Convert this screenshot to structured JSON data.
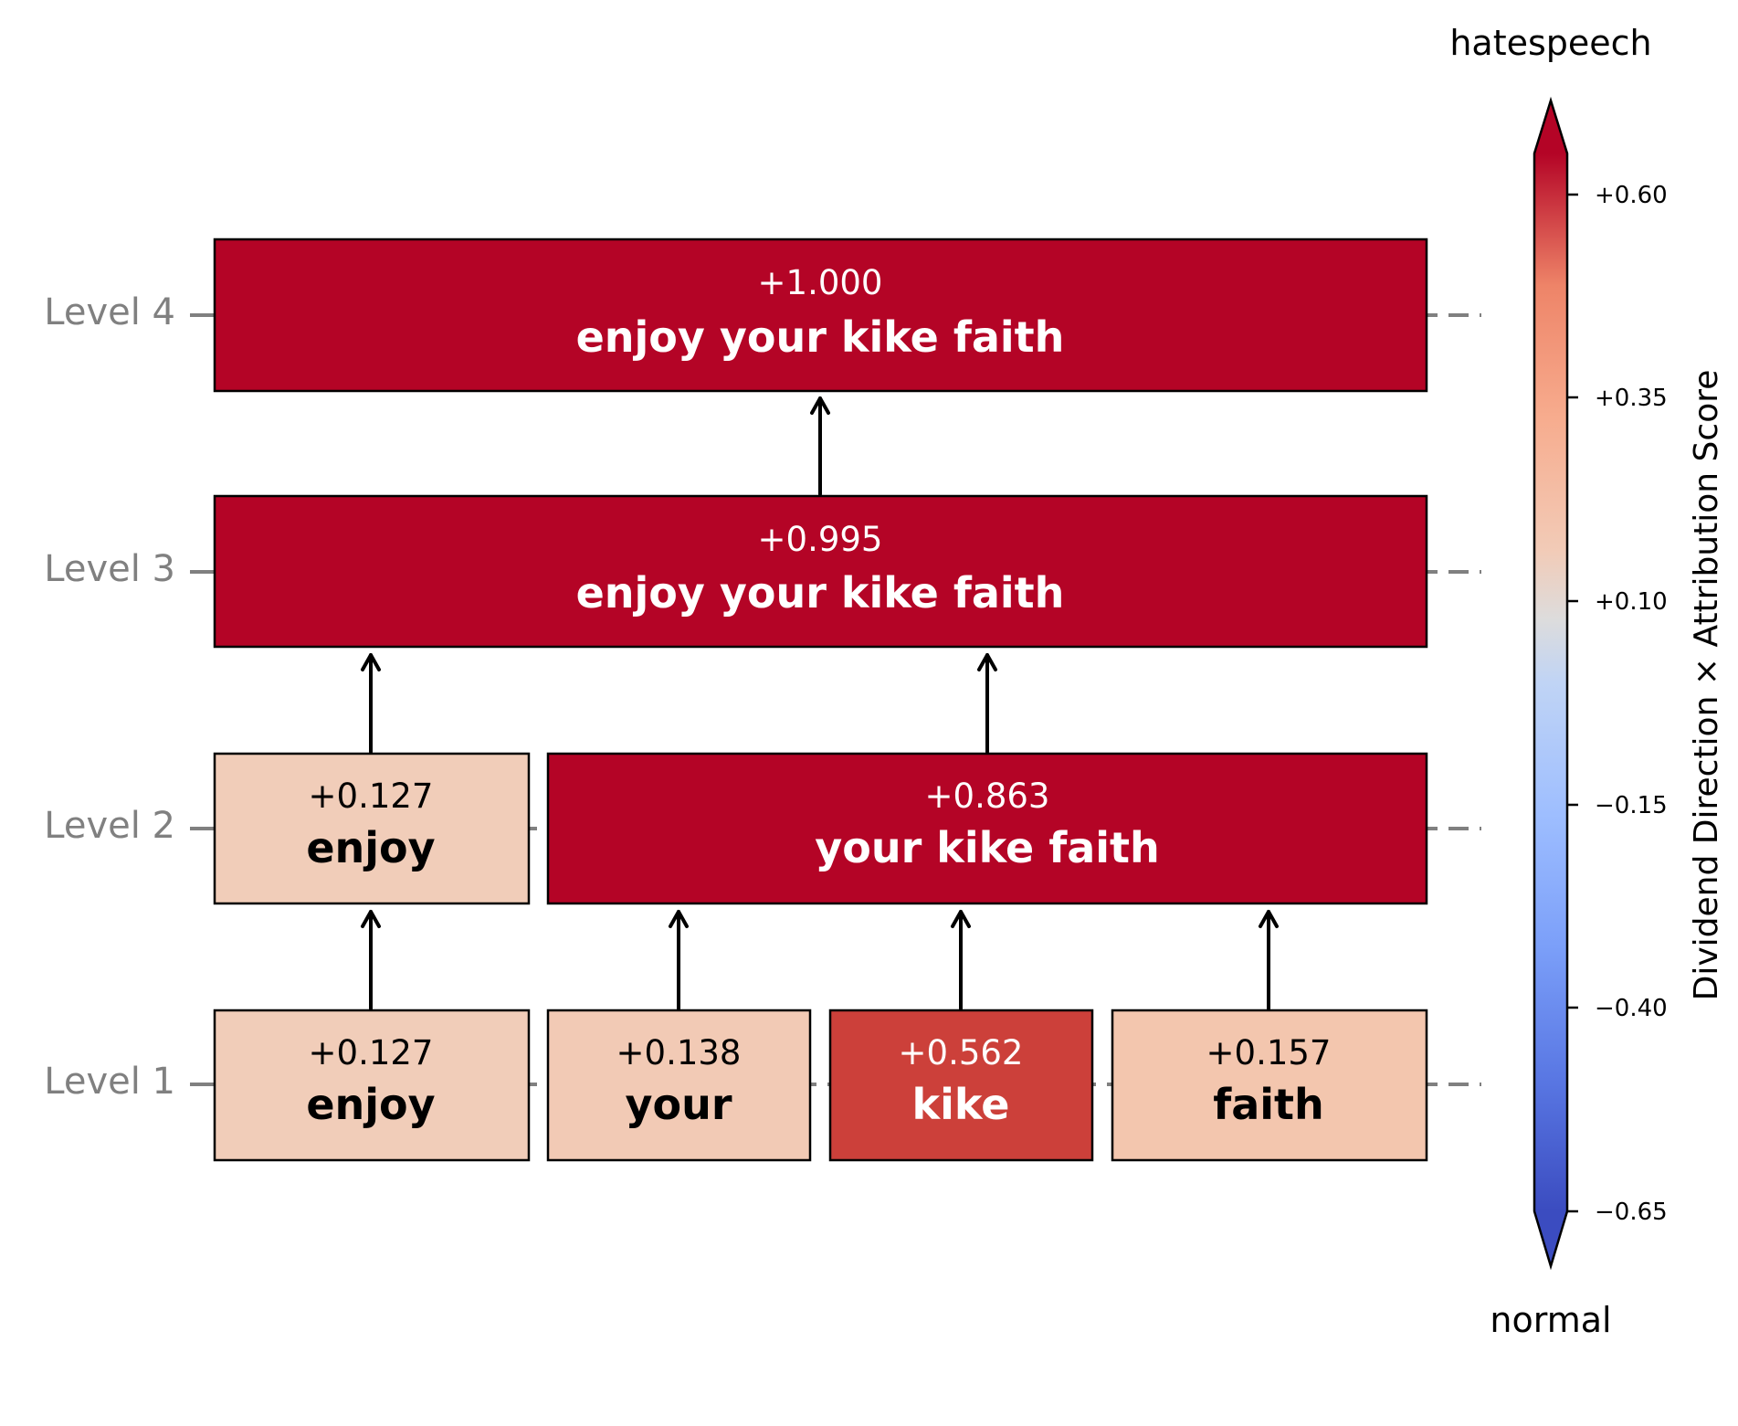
{
  "colorbar": {
    "label": "Dividend Direction × Attribution Score",
    "top_label": "hatespeech",
    "bottom_label": "normal",
    "min": -0.65,
    "max": 0.65,
    "ticks": [
      "+0.60",
      "+0.35",
      "+0.10",
      "−0.15",
      "−0.40",
      "−0.65"
    ],
    "tick_values": [
      0.6,
      0.35,
      0.1,
      -0.15,
      -0.4,
      -0.65
    ],
    "extend": "both",
    "colormap": "coolwarm"
  },
  "levels": [
    {
      "label": "Level 4",
      "nodes": [
        {
          "score": "+1.000",
          "text": "enjoy your kike faith",
          "value": 1.0,
          "color": "#b40426",
          "text_color": "#ffffff"
        }
      ]
    },
    {
      "label": "Level 3",
      "nodes": [
        {
          "score": "+0.995",
          "text": "enjoy your kike faith",
          "value": 0.995,
          "color": "#b40426",
          "text_color": "#ffffff"
        }
      ]
    },
    {
      "label": "Level 2",
      "nodes": [
        {
          "score": "+0.127",
          "text": "enjoy",
          "value": 0.127,
          "color": "#f1cdb9",
          "text_color": "#000000"
        },
        {
          "score": "+0.863",
          "text": "your kike faith",
          "value": 0.863,
          "color": "#b40426",
          "text_color": "#ffffff"
        }
      ]
    },
    {
      "label": "Level 1",
      "nodes": [
        {
          "score": "+0.127",
          "text": "enjoy",
          "value": 0.127,
          "color": "#f1cdb9",
          "text_color": "#000000"
        },
        {
          "score": "+0.138",
          "text": "your",
          "value": 0.138,
          "color": "#f2cab5",
          "text_color": "#000000"
        },
        {
          "score": "+0.562",
          "text": "kike",
          "value": 0.562,
          "color": "#cc403a",
          "text_color": "#ffffff"
        },
        {
          "score": "+0.157",
          "text": "faith",
          "value": 0.157,
          "color": "#f3c6ae",
          "text_color": "#000000"
        }
      ]
    }
  ]
}
